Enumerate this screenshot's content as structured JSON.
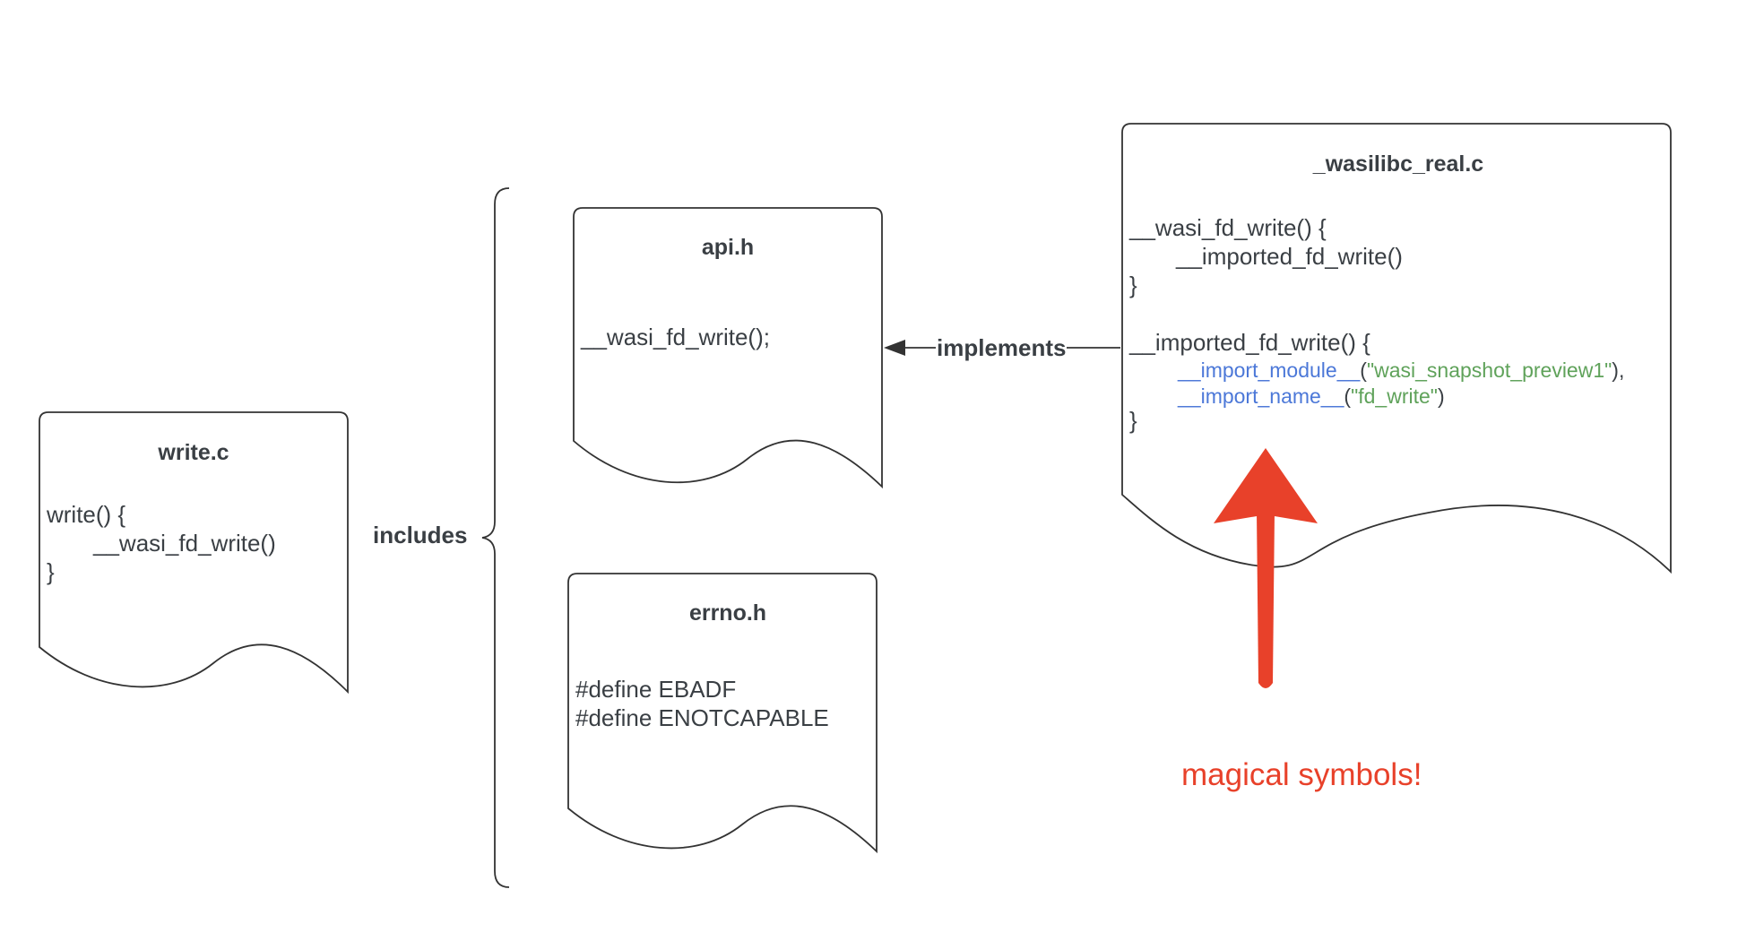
{
  "documents": {
    "write_c": {
      "title": "write.c",
      "lines": [
        "write() {",
        "__wasi_fd_write()",
        "}"
      ]
    },
    "api_h": {
      "title": "api.h",
      "lines": [
        "__wasi_fd_write();"
      ]
    },
    "errno_h": {
      "title": "errno.h",
      "lines": [
        "#define EBADF",
        "#define ENOTCAPABLE"
      ]
    },
    "wasilibc_real_c": {
      "title": "_wasilibc_real.c",
      "lines": [
        "__wasi_fd_write() {",
        "__imported_fd_write()",
        "}",
        "__imported_fd_write() {",
        "}"
      ],
      "import_module_fn": "__import_module__",
      "import_module_arg": "\"wasi_snapshot_preview1\"",
      "import_name_fn": "__import_name__",
      "import_name_arg": "\"fd_write\"",
      "open_paren": "(",
      "close_paren_comma": "),",
      "close_paren": ")"
    }
  },
  "connectors": {
    "includes_label": "includes",
    "implements_label": "implements"
  },
  "annotation": {
    "text": "magical symbols!",
    "color": "#e8412a"
  }
}
